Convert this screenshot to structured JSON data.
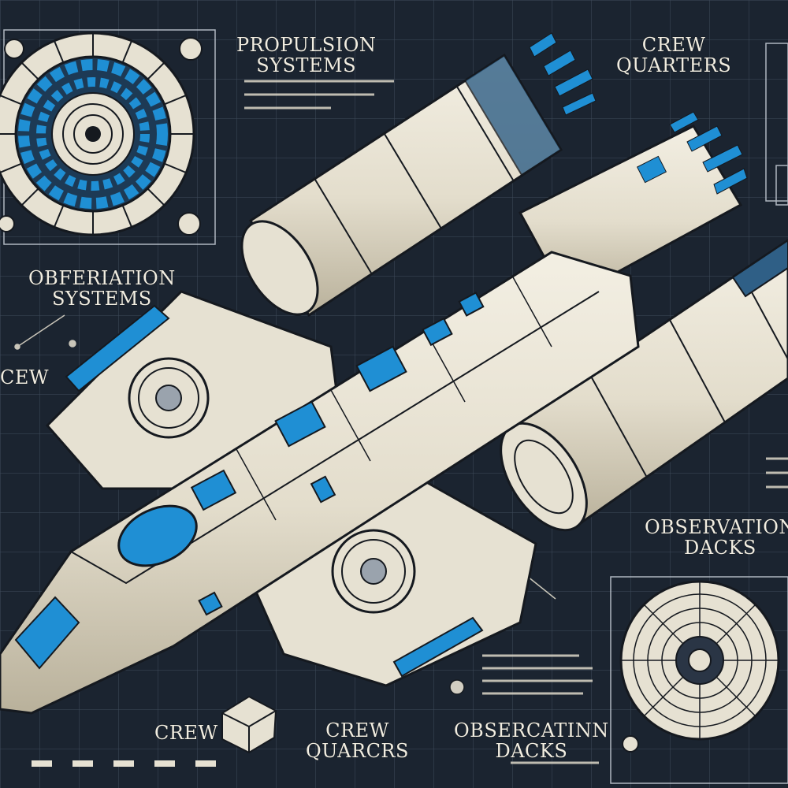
{
  "labels": {
    "propulsion_systems": [
      "PROPULSION",
      "SYSTEMS"
    ],
    "crew_quarters_top": [
      "CREW",
      "QUARTERS"
    ],
    "obferiation_systems": [
      "OBFERIATION",
      "SYSTEMS"
    ],
    "crew_left_edge": "CEW",
    "observation_dacks_right": [
      "OBSERVATION",
      "DACKS"
    ],
    "crew_bottom": "CREW",
    "crew_quarters_bottom": [
      "CREW",
      "QUARCRS"
    ],
    "observation_dacks_bottom": [
      "OBSERCATINN",
      "DACKS"
    ]
  },
  "colors": {
    "background": "#1b2430",
    "grid": "#5d6b7d",
    "hull": "#e6e1d2",
    "hull_shadow": "#c9c2ae",
    "window_blue": "#1f8fd4",
    "ink": "#15191f"
  }
}
